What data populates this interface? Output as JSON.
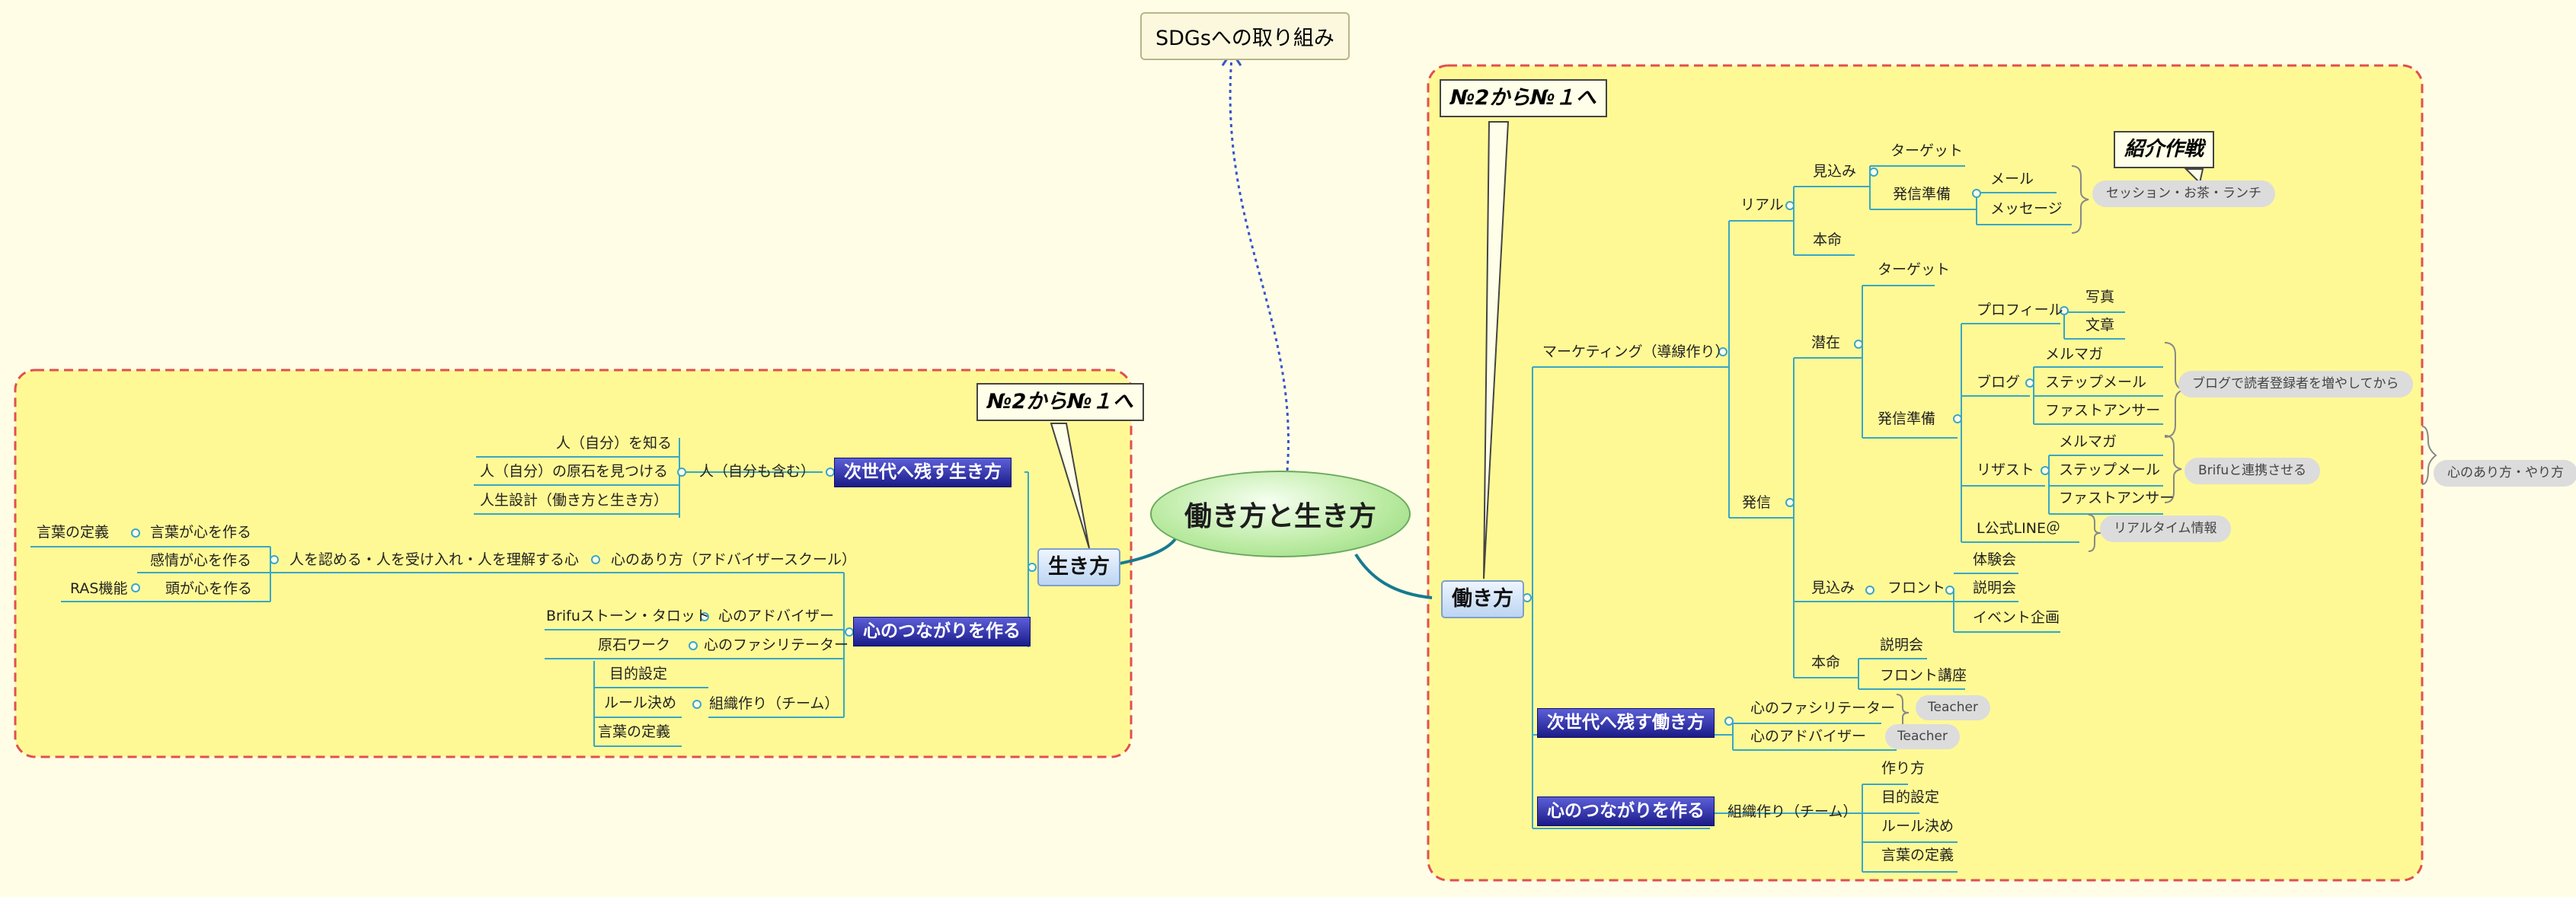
{
  "colors": {
    "boundary_fill": "#fff995",
    "boundary_border": "#e05050",
    "connector": "#39a6c9",
    "highlight": "#2a2a9e",
    "central": "#b9eaa0"
  },
  "central": {
    "label": "働き方と生き方"
  },
  "sdgs": {
    "label": "SDGsへの取り組み"
  },
  "left": {
    "callout": "№2から№１へ",
    "root": "生き方",
    "branch1": {
      "label": "次世代へ残す生き方",
      "sub": "人（自分も含む）",
      "items": [
        "人（自分）を知る",
        "人（自分）の原石を見つける",
        "人生設計（働き方と生き方）"
      ]
    },
    "branch2": {
      "label": "心のつながりを作る",
      "heart": {
        "label": "心のあり方（アドバイザースクール）",
        "mid": "人を認める・人を受け入れ・人を理解する心",
        "rows": [
          {
            "a": "言葉の定義",
            "b": "言葉が心を作る"
          },
          {
            "a": "",
            "b": "感情が心を作る"
          },
          {
            "a": "RAS機能",
            "b": "頭が心を作る"
          }
        ]
      },
      "adviser": {
        "label": "心のアドバイザー",
        "item": "Brifuストーン・タロット"
      },
      "facil": {
        "label": "心のファシリテーター",
        "item": "原石ワーク"
      },
      "team": {
        "label": "組織作り（チーム）",
        "items": [
          "目的設定",
          "ルール決め",
          "言葉の定義"
        ]
      }
    }
  },
  "right": {
    "callout": "№2から№１へ",
    "root": "働き方",
    "marketing": "マーケティング（導線作り）",
    "real": {
      "label": "リアル",
      "mikomi": "見込み",
      "target": "ターゲット",
      "prep": "発信準備",
      "mail": "メール",
      "message": "メッセージ",
      "honmei": "本命",
      "callout": "紹介作戦",
      "pill": "セッション・お茶・ランチ"
    },
    "hasshin": {
      "label": "発信",
      "senzai": "潜在",
      "target": "ターゲット",
      "prep": "発信準備",
      "profile": "プロフィール",
      "photo": "写真",
      "text": "文章",
      "blog": "ブログ",
      "blog_items": [
        "メルマガ",
        "ステップメール",
        "ファストアンサー"
      ],
      "blog_pill": "ブログで読者登録者を増やしてから",
      "reserve": "リザスト",
      "reserve_items": [
        "メルマガ",
        "ステップメール",
        "ファストアンサー"
      ],
      "reserve_pill": "Brifuと連携させる",
      "line": "L公式LINE＠",
      "line_pill": "リアルタイム情報",
      "mikomi": "見込み",
      "front": "フロント",
      "front_items": [
        "体験会",
        "説明会",
        "イベント企画"
      ],
      "honmei": "本命",
      "honmei_items": [
        "説明会",
        "フロント講座"
      ]
    },
    "outer_pill": "心のあり方・やり方",
    "next": {
      "label": "次世代へ残す働き方",
      "facil": "心のファシリテーター",
      "adviser": "心のアドバイザー",
      "teacher1": "Teacher",
      "teacher2": "Teacher"
    },
    "heart": {
      "label": "心のつながりを作る",
      "team": "組織作り（チーム）",
      "items": [
        "作り方",
        "目的設定",
        "ルール決め",
        "言葉の定義"
      ]
    }
  }
}
